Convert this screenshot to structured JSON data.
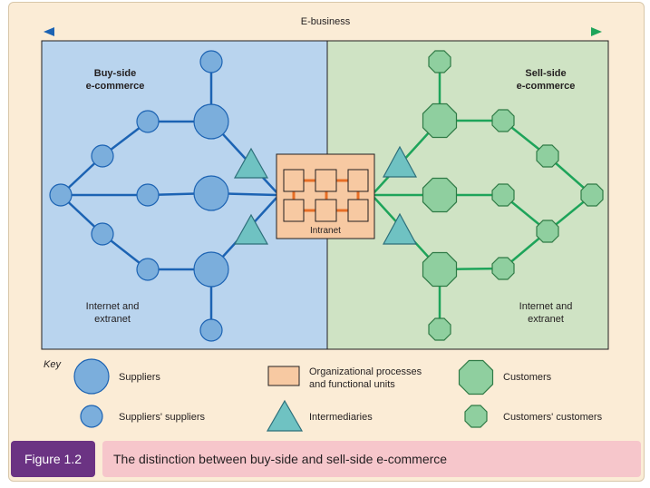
{
  "header": {
    "span_label": "E-business"
  },
  "zones": {
    "buy_side": {
      "title_line1": "Buy-side",
      "title_line2": "e-commerce",
      "network_line1": "Internet and",
      "network_line2": "extranet"
    },
    "sell_side": {
      "title_line1": "Sell-side",
      "title_line2": "e-commerce",
      "network_line1": "Internet and",
      "network_line2": "extranet"
    },
    "center": {
      "label": "Intranet"
    }
  },
  "key": {
    "title": "Key",
    "items": [
      {
        "label": "Suppliers"
      },
      {
        "label": "Suppliers' suppliers"
      },
      {
        "label_line1": "Organizational processes",
        "label_line2": "and functional units"
      },
      {
        "label": "Intermediaries"
      },
      {
        "label": "Customers"
      },
      {
        "label": "Customers' customers"
      }
    ]
  },
  "caption": {
    "figure": "Figure 1.2",
    "title": "The distinction between buy-side and sell-side e-commerce"
  },
  "colors": {
    "buy_zone": "#b9d4ee",
    "sell_zone": "#cfe3c4",
    "supplier_fill": "#7baedc",
    "buy_line": "#1c63b3",
    "customer_fill": "#8fcf9f",
    "sell_line": "#1ea45a",
    "intermediary_fill": "#6fc2c2",
    "org_fill": "#f7c9a2",
    "intranet_link": "#e76e26",
    "caption_figure": "#6b3383",
    "caption_title": "#f6c6cb"
  }
}
